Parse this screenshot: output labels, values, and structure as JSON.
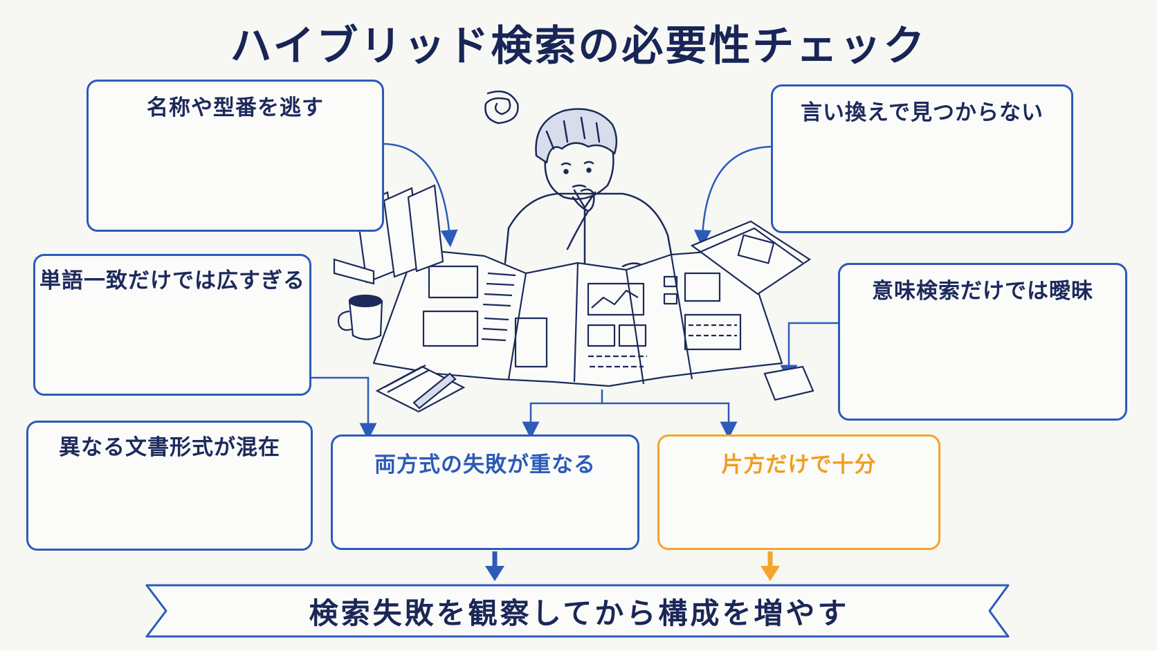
{
  "title": "ハイブリッド検索の必要性チェック",
  "cards": {
    "missing_names": "名称や型番を逃す",
    "paraphrase": "言い換えで見つからない",
    "keyword_too_broad": "単語一致だけでは広すぎる",
    "semantic_vague": "意味検索だけでは曖昧",
    "mixed_formats": "異なる文書形式が混在",
    "both_fail": "両方式の失敗が重なる",
    "one_enough": "片方だけで十分"
  },
  "conclusion": "検索失敗を観察してから構成を増やす",
  "colors": {
    "primary": "#2c5bb8",
    "accent": "#f5a42a",
    "ink": "#1b2a5a",
    "background": "#f7f7f4"
  }
}
